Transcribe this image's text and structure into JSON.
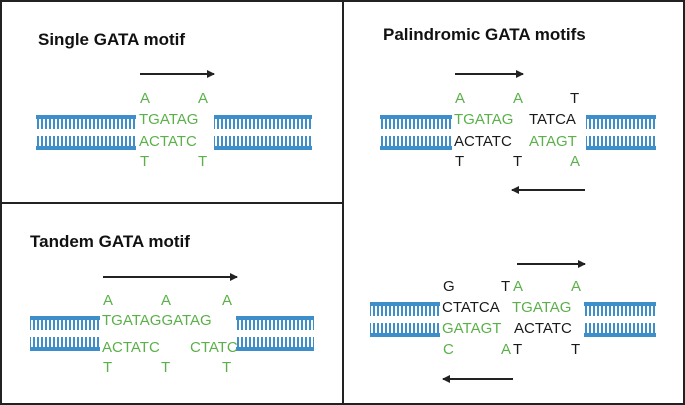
{
  "colors": {
    "dna": "#3d8ec9",
    "motif": "#5bb04a",
    "text": "#1a1a1a",
    "border": "#222222"
  },
  "panels": {
    "single": {
      "title": "Single GATA motif",
      "top_flank": [
        "A",
        "A"
      ],
      "top_seq": "TGATAG",
      "bottom_seq": "ACTATC",
      "bottom_flank": [
        "T",
        "T"
      ]
    },
    "tandem": {
      "title": "Tandem GATA motif",
      "top_flank": [
        "A",
        "A",
        "A"
      ],
      "top_seq": "TGATAGGATAG",
      "bottom_seq_1": "ACTATC",
      "bottom_seq_2": "CTATC",
      "bottom_flank": [
        "T",
        "T",
        "T"
      ]
    },
    "palindromic": {
      "title": "Palindromic GATA motifs",
      "upper": {
        "top_flank_green": [
          "A",
          "A"
        ],
        "top_flank_black": "T",
        "top_seq_green": "TGATAG",
        "top_seq_black": "TATCA",
        "bottom_seq_black": "ACTATC",
        "bottom_seq_green": "ATAGT",
        "bottom_flank_black": [
          "T",
          "T"
        ],
        "bottom_flank_green": "A"
      },
      "lower": {
        "top_flank_black": [
          "G",
          "T"
        ],
        "top_flank_green": [
          "A",
          "A"
        ],
        "top_seq_black": "CTATCA",
        "top_seq_green": "TGATAG",
        "bottom_seq_green": "GATAGT",
        "bottom_seq_black": "ACTATC",
        "bottom_flank_green": [
          "C",
          "A"
        ],
        "bottom_flank_black": [
          "T",
          "T"
        ]
      }
    }
  }
}
